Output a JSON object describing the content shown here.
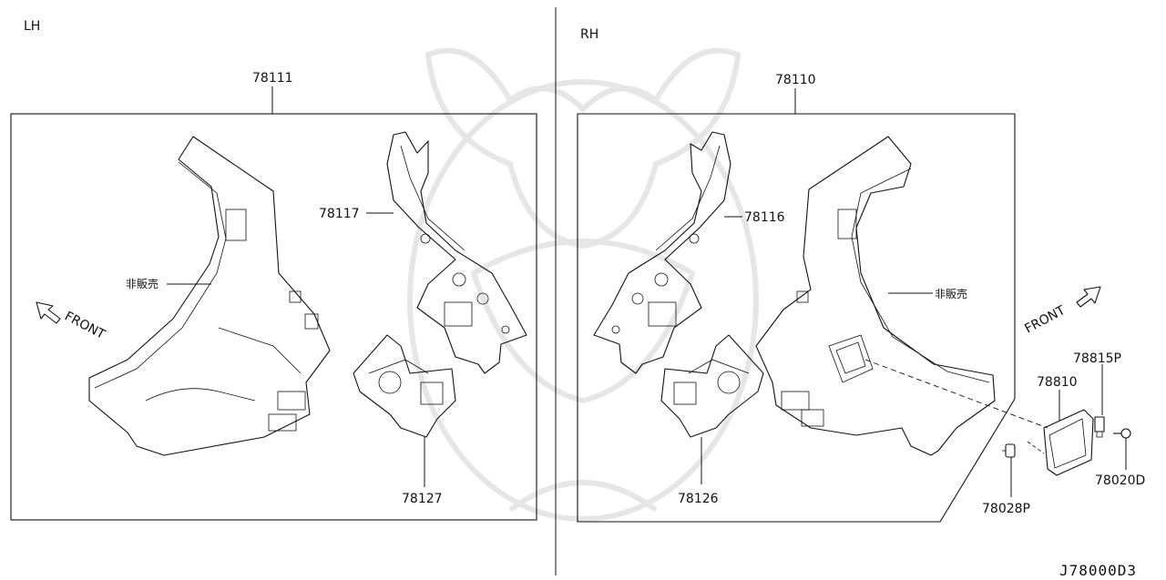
{
  "sections": {
    "left": {
      "title": "LH"
    },
    "right": {
      "title": "RH"
    }
  },
  "direction_label": "FRONT",
  "not_sold_label": "非販売",
  "parts": {
    "lh_outer_panel": "78111",
    "lh_inner_upper": "78117",
    "lh_inner_lower": "78127",
    "rh_outer_panel": "78110",
    "rh_inner_upper": "78116",
    "rh_inner_lower": "78126",
    "fuel_lid": "78810",
    "lid_screw": "78815P",
    "lid_bolt": "78020D",
    "lid_bumper": "78028P"
  },
  "diagram_code": "J78000D3"
}
